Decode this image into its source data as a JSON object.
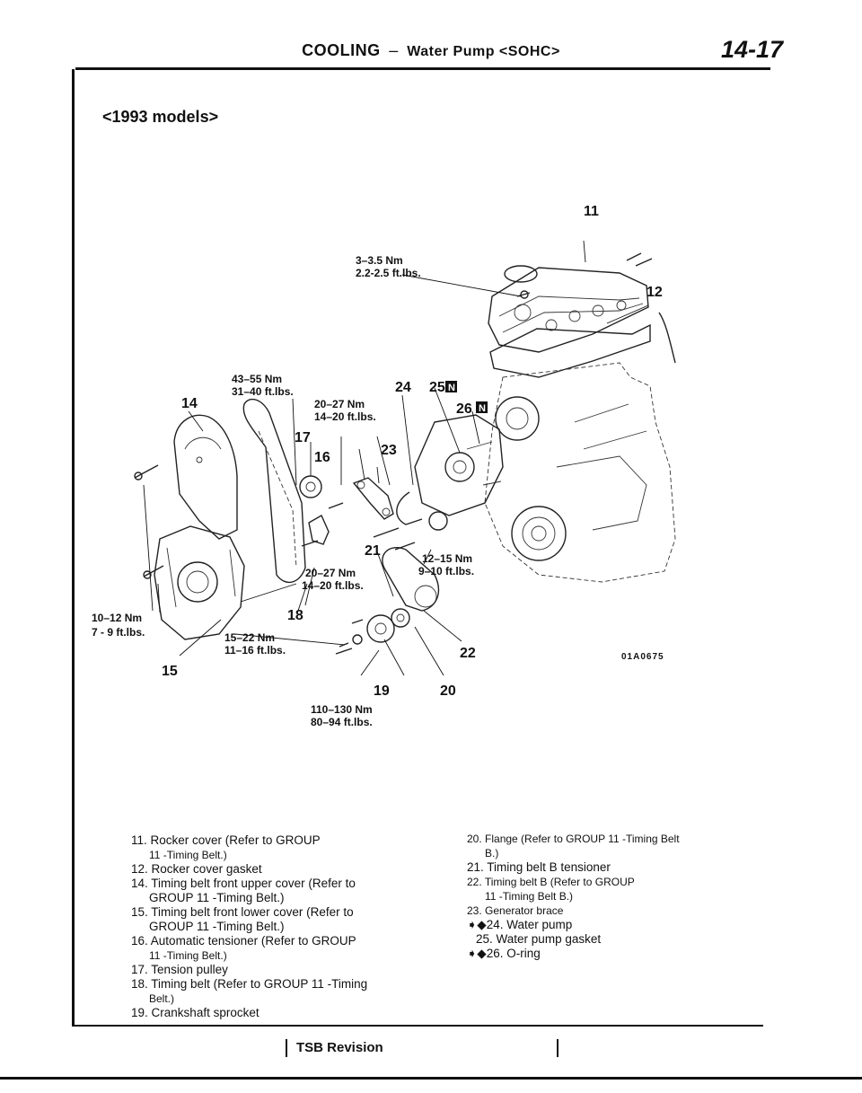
{
  "header": {
    "section": "COOLING",
    "separator": "–",
    "subtitle": "Water Pump <SOHC>",
    "page_number": "14-17"
  },
  "models_label": "<1993 models>",
  "diagram": {
    "callouts": {
      "c11": "11",
      "c12": "12",
      "c14": "14",
      "c15": "15",
      "c16": "16",
      "c17": "17",
      "c18": "18",
      "c19": "19",
      "c20": "20",
      "c21": "21",
      "c22": "22",
      "c23": "23",
      "c24": "24",
      "c25": "25",
      "c26": "26"
    },
    "torques": {
      "t1": [
        "3–3.5 Nm",
        "2.2-2.5 ft.lbs."
      ],
      "t2": [
        "43–55 Nm",
        "31–40 ft.lbs."
      ],
      "t3": [
        "20–27 Nm",
        "14–20 ft.lbs."
      ],
      "t4": [
        "20–27 Nm",
        "14–20 ft.lbs."
      ],
      "t5": [
        "12–15 Nm",
        "9–10 ft.lbs."
      ],
      "t6": [
        "10–12 Nm",
        "7 - 9 ft.lbs."
      ],
      "t7": [
        "15–22 Nm",
        "11–16 ft.lbs."
      ],
      "t8": [
        "110–130 Nm",
        "80–94 ft.lbs."
      ]
    },
    "new_part_mark": "N",
    "figure_code": "01A0675"
  },
  "legend": {
    "left": [
      {
        "num": "11.",
        "lines": [
          "Rocker cover (Refer to GROUP",
          "11 -Timing Belt.)"
        ]
      },
      {
        "num": "12.",
        "lines": [
          "Rocker cover gasket"
        ]
      },
      {
        "num": "14.",
        "lines": [
          "Timing belt front upper cover (Refer to",
          "GROUP 11 -Timing Belt.)"
        ]
      },
      {
        "num": "15.",
        "lines": [
          "Timing belt front lower cover (Refer to",
          "GROUP 11 -Timing Belt.)"
        ]
      },
      {
        "num": "16.",
        "lines": [
          "Automatic tensioner (Refer to GROUP",
          "11 -Timing Belt.)"
        ]
      },
      {
        "num": "17.",
        "lines": [
          "Tension pulley"
        ]
      },
      {
        "num": "18.",
        "lines": [
          "Timing belt (Refer to GROUP 11 -Timing",
          "Belt.)"
        ]
      },
      {
        "num": "19.",
        "lines": [
          "Crankshaft sprocket"
        ]
      }
    ],
    "right": [
      {
        "num": "20.",
        "lines": [
          "Flange (Refer to GROUP 11 -Timing Belt",
          "B.)"
        ]
      },
      {
        "num": "21.",
        "lines": [
          "Timing belt B tensioner"
        ]
      },
      {
        "num": "22.",
        "lines": [
          "Timing belt B (Refer to GROUP",
          "11 -Timing Belt B.)"
        ]
      },
      {
        "num": "23.",
        "lines": [
          "Generator brace"
        ]
      },
      {
        "num": "➧◆24.",
        "lines": [
          "Water pump"
        ]
      },
      {
        "num": "25.",
        "lines": [
          "Water pump gasket"
        ]
      },
      {
        "num": "➧◆26.",
        "lines": [
          "O-ring"
        ]
      }
    ]
  },
  "footer": {
    "revision_label": "TSB Revision"
  }
}
